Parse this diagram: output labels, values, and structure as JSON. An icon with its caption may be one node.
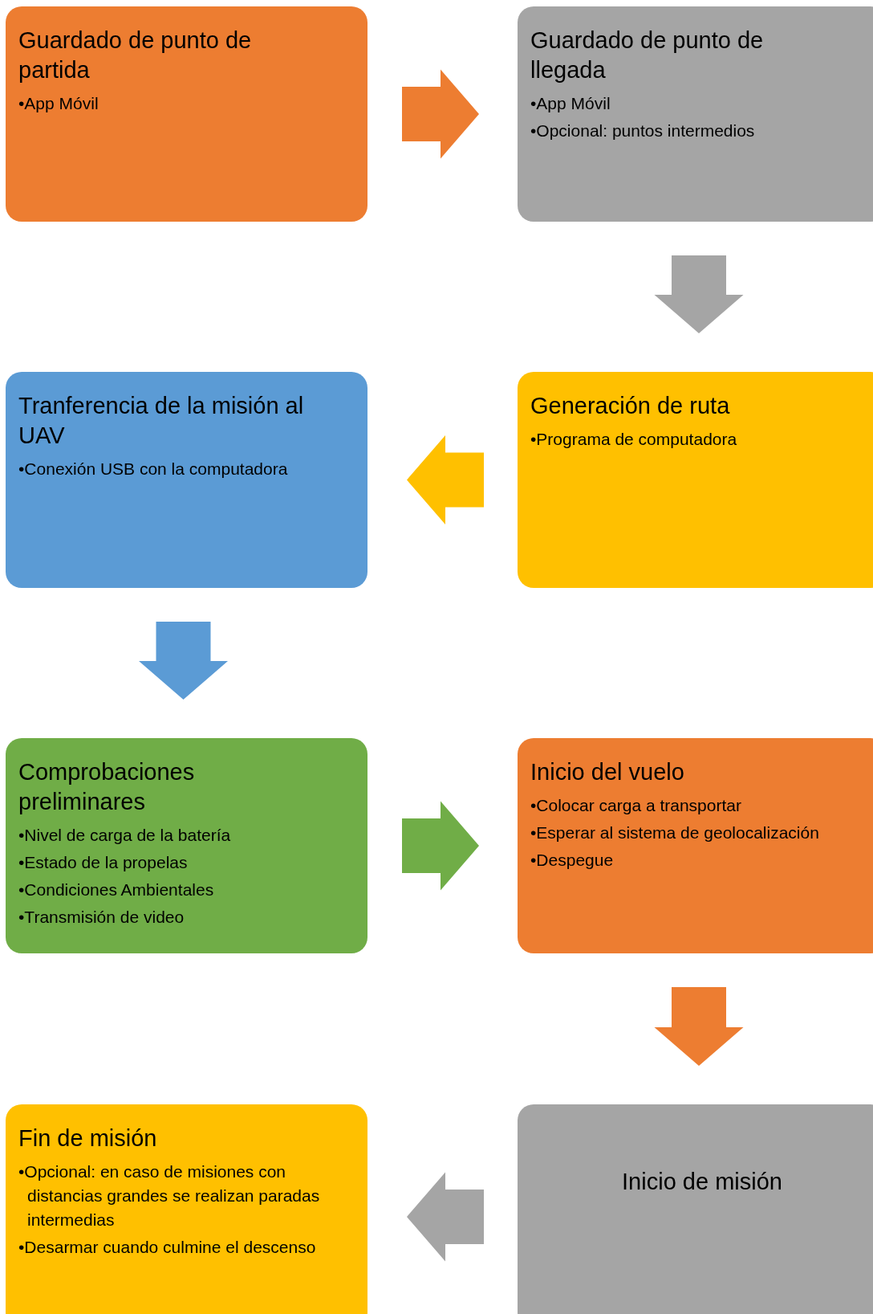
{
  "diagram": {
    "nodes": [
      {
        "text": [
          "Guardado de punto de partida",
          "•App Móvil"
        ]
      },
      {
        "text": [
          "Guardado de punto de llegada",
          "•App Móvil",
          "•Opcional: puntos intermedios"
        ]
      },
      {
        "text": [
          "Generación de ruta",
          "•Programa de computadora"
        ]
      },
      {
        "text": [
          "Tranferencia de la misión al UAV",
          "•Conexión USB con la computadora"
        ]
      },
      {
        "text": [
          "Comprobaciones preliminares",
          "•Nivel de carga de la batería",
          "•Estado de la propelas",
          "•Condiciones Ambientales",
          "•Transmisión de video"
        ]
      },
      {
        "text": [
          "Inicio del vuelo",
          "•Colocar carga a transportar",
          "•Esperar al sistema de geolocalización",
          "•Despegue"
        ]
      },
      {
        "text": [
          "Inicio de misión"
        ]
      },
      {
        "text": [
          "Fin de misión",
          "•Opcional: en caso de misiones con distancias grandes se realizan paradas intermedias",
          "•Desarmar cuando culmine el descenso"
        ]
      }
    ],
    "edges": [
      {
        "from": 0,
        "to": 1,
        "arrow": "to",
        "color": "#ED7D31"
      },
      {
        "from": 1,
        "to": 2,
        "arrow": "to",
        "color": "#A5A5A5"
      },
      {
        "from": 2,
        "to": 3,
        "arrow": "to",
        "color": "#FFC000"
      },
      {
        "from": 3,
        "to": 4,
        "arrow": "to",
        "color": "#5B9BD5"
      },
      {
        "from": 4,
        "to": 5,
        "arrow": "to",
        "color": "#70AD47"
      },
      {
        "from": 5,
        "to": 6,
        "arrow": "to",
        "color": "#ED7D31"
      },
      {
        "from": 6,
        "to": 7,
        "arrow": "to",
        "color": "#A5A5A5"
      }
    ]
  }
}
